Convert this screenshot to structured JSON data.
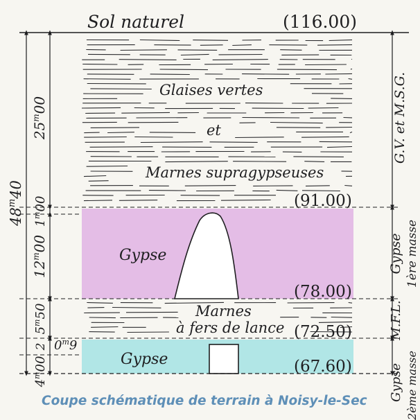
{
  "top": {
    "label": "Sol naturel",
    "elevation": "(116.00)"
  },
  "layers": {
    "clay": {
      "line1": "Glaises vertes",
      "line2": "et",
      "line3": "Marnes supragypseuses"
    },
    "gypsum1": {
      "label": "Gypse"
    },
    "marl": {
      "line1": "Marnes",
      "line2": "à fers de lance"
    },
    "gypsum2": {
      "label": "Gypse"
    }
  },
  "elevations": {
    "e1": "(91.00)",
    "e2": "(78.00)",
    "e3": "(72.50)",
    "e4": "(67.60)"
  },
  "left_dims": {
    "total": {
      "value": "48",
      "unit": "m",
      "dec": "40"
    },
    "d1": {
      "value": "25",
      "unit": "m",
      "dec": "00"
    },
    "d2": {
      "value": "1",
      "unit": "m",
      "dec": "00"
    },
    "d3": {
      "value": "12",
      "unit": "m",
      "dec": "00"
    },
    "d4": {
      "value": "5",
      "unit": "m",
      "dec": "50"
    },
    "d5": {
      "value": "0",
      "unit": "m",
      "dec": "9"
    },
    "d5b": {
      "value": "2"
    },
    "d6": {
      "value": "4",
      "unit": "m",
      "dec": "00"
    }
  },
  "right_labels": {
    "gv": "G.V. et M.S.G.",
    "gypse1": "Gypse",
    "masse1": "1ère masse",
    "mfl": "M.F.L.",
    "gypse2": "Gypse",
    "masse2": "2ème masse"
  },
  "caption": "Coupe schématique de terrain à Noisy-le-Sec",
  "colors": {
    "gypsum_pink": "#e4bde6",
    "gypsum_blue": "#b1e6e6",
    "ink": "#1e1e20",
    "caption": "#5e8fb7",
    "paper": "#f7f6f1"
  }
}
